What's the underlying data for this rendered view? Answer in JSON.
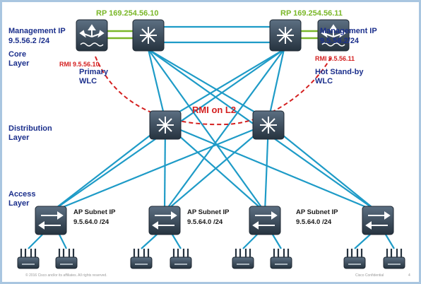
{
  "layers": {
    "core": "Core\nLayer",
    "distribution": "Distribution\nLayer",
    "access": "Access\nLayer"
  },
  "wlc_left": {
    "mgmt_label": "Management IP",
    "mgmt_ip": "9.5.56.2 /24",
    "rp": "RP 169.254.56.10",
    "rmi": "RMI 9.5.56.10",
    "role": "Primary\nWLC"
  },
  "wlc_right": {
    "mgmt_label": "Management IP",
    "mgmt_ip": "9.5.56.2/24",
    "rp": "RP 169.254.56.11",
    "rmi": "RMI 9.5.56.11",
    "role": "Hot Stand-by\nWLC"
  },
  "rmi_link": "RMI on L2",
  "ap_subnets": [
    {
      "label": "AP Subnet IP",
      "ip": "9.5.64.0 /24"
    },
    {
      "label": "AP Subnet IP",
      "ip": "9.5.64.0 /24"
    },
    {
      "label": "AP Subnet IP",
      "ip": "9.5.64.0 /24"
    }
  ],
  "footer": {
    "copyright": "© 2016 Cisco and/or its affiliates. All rights reserved.",
    "confidential": "Cisco Confidential",
    "page": "4"
  },
  "colors": {
    "link": "#1e9bc7",
    "device": "#3d4f60",
    "rp_green": "#7ab728",
    "rmi_red": "#d42020",
    "label_blue": "#1b2f8c",
    "frame": "#a9c6e0"
  }
}
